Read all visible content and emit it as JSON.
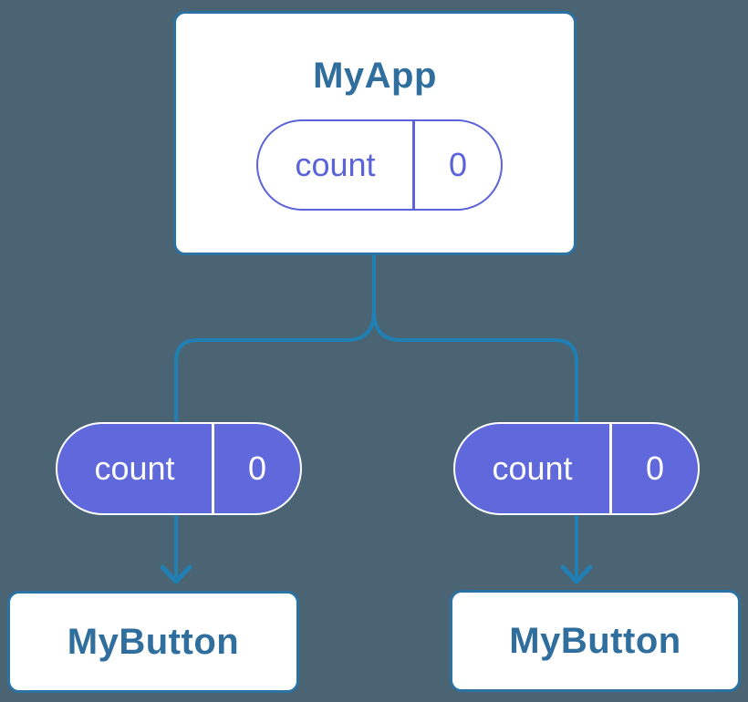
{
  "colors": {
    "background": "#4A6473",
    "connector": "#2180B3",
    "card-border": "#2B72A2",
    "card-bg": "#FFFFFF",
    "title-text": "#306E9D",
    "purple": "#5B63DB",
    "purple-fill": "#5F69DC",
    "pill-text-light": "#FFFFFF"
  },
  "diagram": {
    "root": {
      "title": "MyApp",
      "state": {
        "label": "count",
        "value": "0"
      }
    },
    "children": [
      {
        "title": "MyButton",
        "prop": {
          "label": "count",
          "value": "0"
        }
      },
      {
        "title": "MyButton",
        "prop": {
          "label": "count",
          "value": "0"
        }
      }
    ]
  }
}
